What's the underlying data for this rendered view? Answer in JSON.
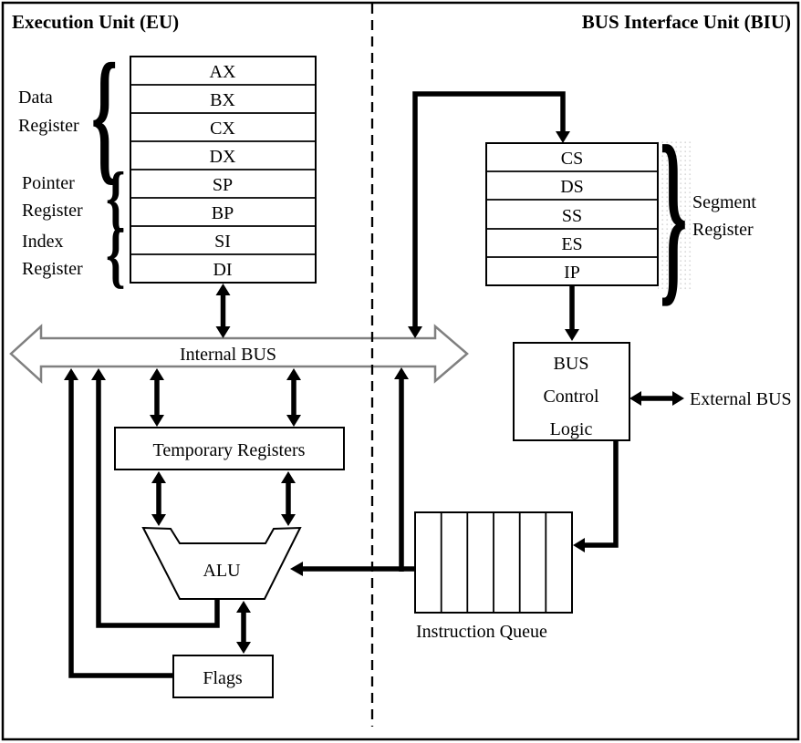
{
  "diagram": {
    "colors": {
      "line": "#000000",
      "bus_outline": "#808080",
      "background": "#ffffff"
    },
    "eu": {
      "title": "Execution Unit (EU)",
      "groups": [
        {
          "line1": "Data",
          "line2": "Register"
        },
        {
          "line1": "Pointer",
          "line2": "Register"
        },
        {
          "line1": "Index",
          "line2": "Register"
        }
      ],
      "registers": [
        "AX",
        "BX",
        "CX",
        "DX",
        "SP",
        "BP",
        "SI",
        "DI"
      ],
      "internal_bus": "Internal BUS",
      "temporary_registers": "Temporary Registers",
      "alu": "ALU",
      "flags": "Flags"
    },
    "biu": {
      "title": "BUS Interface Unit (BIU)",
      "segment_registers": [
        "CS",
        "DS",
        "SS",
        "ES",
        "IP"
      ],
      "segment_label": {
        "line1": "Segment",
        "line2": "Register"
      },
      "bus_control_logic": {
        "line1": "BUS",
        "line2": "Control",
        "line3": "Logic"
      },
      "external_bus": "External BUS",
      "instruction_queue": "Instruction Queue",
      "instruction_queue_cells": 6
    },
    "brace_glyph_open": "{",
    "brace_glyph_close": "}"
  }
}
